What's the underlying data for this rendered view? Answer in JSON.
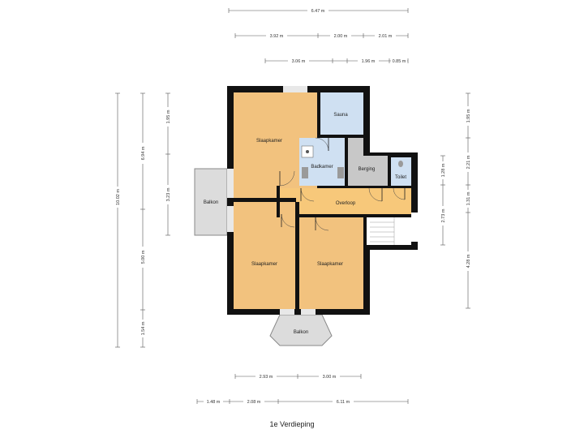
{
  "title": "1e Verdieping",
  "colors": {
    "bedroom": "#f2c27e",
    "bath": "#cfe0f2",
    "storage": "#c8c8c8",
    "hallway": "#f7c87a",
    "balcony": "#dcdcdc",
    "wall": "#111111"
  },
  "rooms": {
    "slaapkamer_1": "Slaapkamer",
    "slaapkamer_2": "Slaapkamer",
    "slaapkamer_3": "Slaapkamer",
    "sauna": "Sauna",
    "badkamer": "Badkamer",
    "berging": "Berging",
    "toilet": "Toilet",
    "overloop": "Overloop",
    "balkon_left": "Balkon",
    "balkon_bottom": "Balkon"
  },
  "dimensions": {
    "top_total": "6.47 m",
    "top_row2": [
      "3.92 m",
      "2.00 m",
      "2.01 m"
    ],
    "top_row3": [
      "3.06 m",
      "1.96 m",
      "0.85 m"
    ],
    "left_total": "10.02 m",
    "left_mid": [
      "6.94 m",
      "5.00 m",
      "1.54 m"
    ],
    "left_inner": [
      "1.95 m",
      "3.23 m"
    ],
    "right_outer": [
      "1.95 m",
      "2.21 m",
      "1.31 m",
      "4.28 m"
    ],
    "right_inner": [
      "1.28 m",
      "2.73 m"
    ],
    "bottom_row1": [
      "2.93 m",
      "3.00 m"
    ],
    "bottom_row2": [
      "1.48 m",
      "2.08 m",
      "6.11 m"
    ]
  }
}
